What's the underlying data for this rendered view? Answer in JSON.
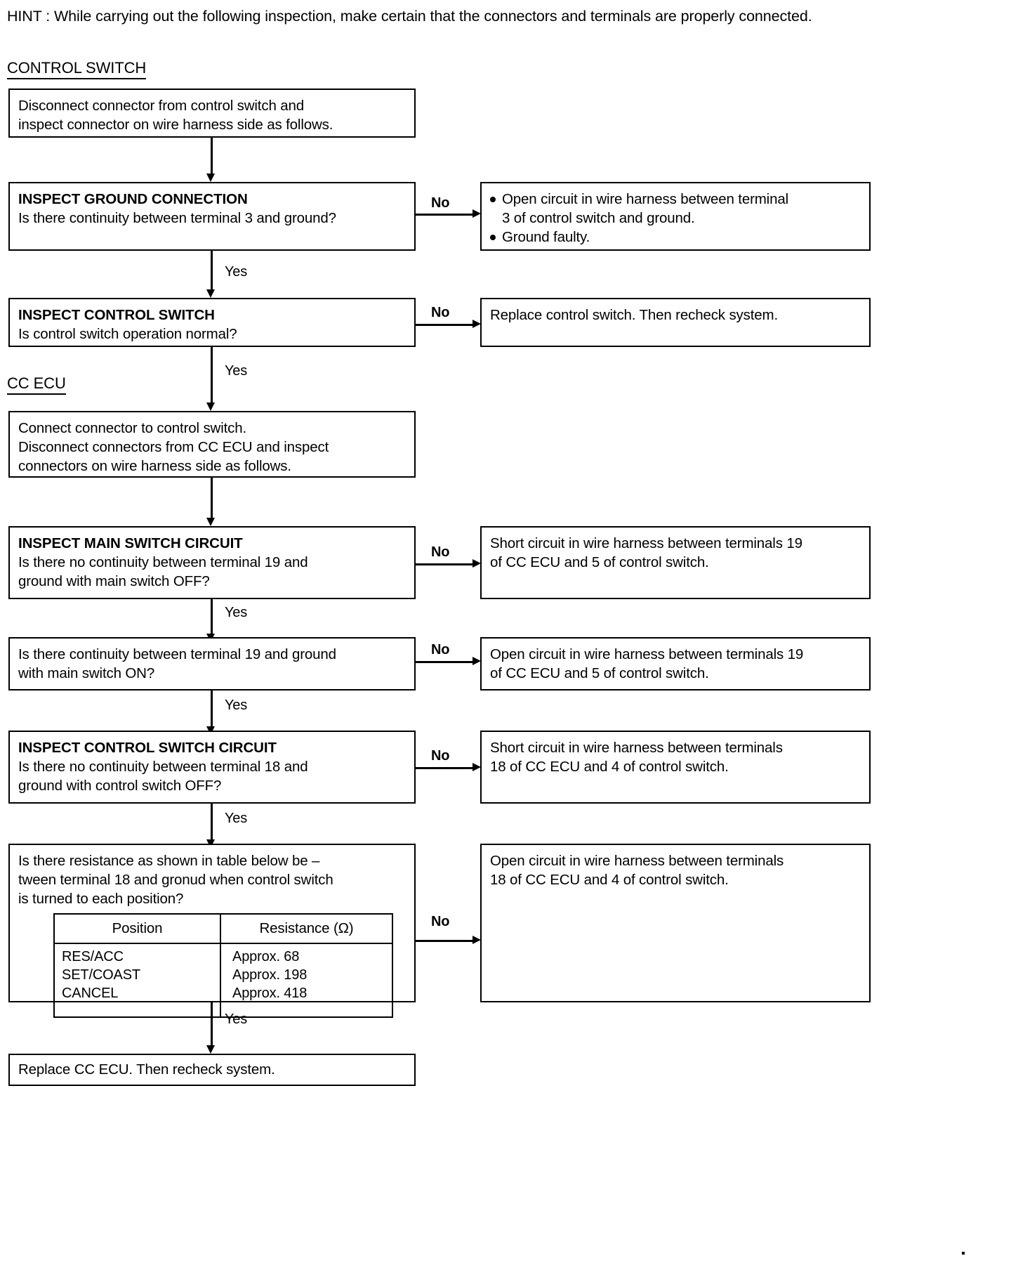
{
  "hint": {
    "line1": "HINT : While carrying out the following inspection, make certain that the connectors and terminals are",
    "line2": "properly connected."
  },
  "sections": {
    "control_switch": "CONTROL SWITCH",
    "cc_ecu": "CC ECU"
  },
  "edge_labels": {
    "no": "No",
    "yes": "Yes"
  },
  "boxes": {
    "disconnect_connector": {
      "line1": "Disconnect connector from control switch and",
      "line2": "inspect connector on wire harness side as follows."
    },
    "inspect_ground_connection": {
      "heading": "INSPECT GROUND CONNECTION",
      "question": "Is there continuity between terminal 3 and ground?"
    },
    "ground_fault_result": {
      "bullet1_line1": "Open circuit in wire harness between terminal",
      "bullet1_line2": "3 of control switch and ground.",
      "bullet2_line1": "Ground faulty."
    },
    "inspect_control_switch": {
      "heading": "INSPECT CONTROL SWITCH",
      "question": "Is control switch operation normal?"
    },
    "replace_control_switch": {
      "line1": "Replace control switch. Then recheck system."
    },
    "connect_connector": {
      "line1": "Connect connector to control switch.",
      "line2": "Disconnect connectors from CC ECU and inspect",
      "line3": "connectors on wire harness side as follows."
    },
    "inspect_main_switch_circuit": {
      "heading": "INSPECT MAIN SWITCH CIRCUIT",
      "question_line1": "Is there no continuity between terminal 19 and",
      "question_line2": "ground with main switch OFF?"
    },
    "short_main_switch": {
      "line1": "Short circuit in wire harness between terminals 19",
      "line2": "of CC ECU and 5 of control switch."
    },
    "continuity_main_switch_on": {
      "question_line1": "Is there continuity between terminal 19 and ground",
      "question_line2": "with main switch ON?"
    },
    "open_main_switch": {
      "line1": "Open circuit in wire harness between terminals 19",
      "line2": "of CC ECU and 5 of control switch."
    },
    "inspect_control_switch_circuit": {
      "heading": "INSPECT CONTROL SWITCH CIRCUIT",
      "question_line1": "Is there no continuity between terminal 18 and",
      "question_line2": "ground with control switch OFF?"
    },
    "short_control_switch": {
      "line1": "Short circuit in wire harness between terminals",
      "line2": "18 of CC ECU and 4 of control switch."
    },
    "resistance_check": {
      "question_line1": "Is there resistance as shown in table below be –",
      "question_line2": "tween terminal 18 and gronud when control switch",
      "question_line3": "is turned to each position?"
    },
    "open_control_switch": {
      "line1": "Open circuit in wire harness between terminals",
      "line2": "18 of CC ECU and 4 of control switch."
    },
    "replace_cc_ecu": {
      "line1": "Replace CC ECU. Then recheck system."
    }
  },
  "resistance_table": {
    "headers": [
      "Position",
      "Resistance (Ω)"
    ],
    "rows": [
      [
        "RES/ACC",
        "Approx. 68"
      ],
      [
        "SET/COAST",
        "Approx. 198"
      ],
      [
        "CANCEL",
        "Approx. 418"
      ]
    ],
    "positions_block": "RES/ACC\nSET/COAST\nCANCEL",
    "values_block": "Approx. 68\nApprox. 198\nApprox. 418"
  }
}
